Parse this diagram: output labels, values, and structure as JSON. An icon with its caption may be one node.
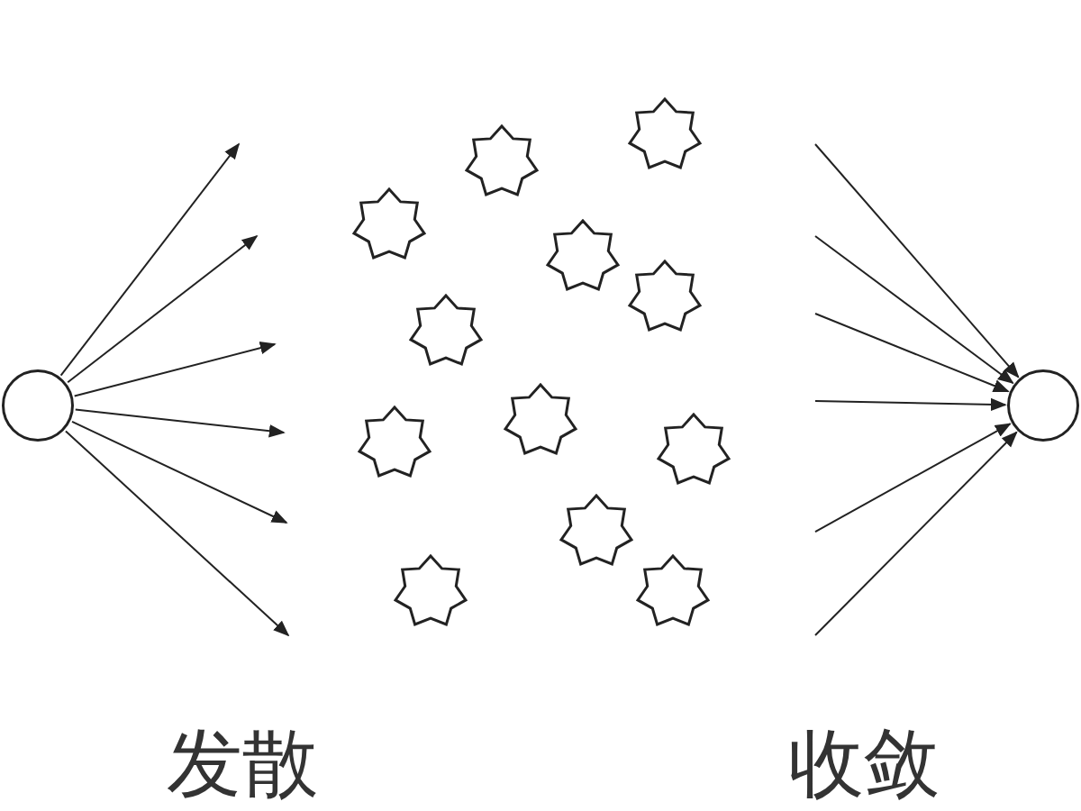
{
  "diagram": {
    "nodes": [
      {
        "text": [],
        "shape": "circle"
      },
      {
        "text": [],
        "shape": "circle"
      }
    ],
    "edges": [
      {
        "from": 0,
        "to": null,
        "arrow": "to"
      },
      {
        "from": 0,
        "to": null,
        "arrow": "to"
      },
      {
        "from": 0,
        "to": null,
        "arrow": "to"
      },
      {
        "from": 0,
        "to": null,
        "arrow": "to"
      },
      {
        "from": 0,
        "to": null,
        "arrow": "to"
      },
      {
        "from": 0,
        "to": null,
        "arrow": "to"
      },
      {
        "from": null,
        "to": 1,
        "arrow": "to"
      },
      {
        "from": null,
        "to": 1,
        "arrow": "to"
      },
      {
        "from": null,
        "to": 1,
        "arrow": "to"
      },
      {
        "from": null,
        "to": 1,
        "arrow": "to"
      },
      {
        "from": null,
        "to": 1,
        "arrow": "to"
      },
      {
        "from": null,
        "to": 1,
        "arrow": "to"
      }
    ],
    "labels": [
      "发散",
      "收敛"
    ]
  }
}
